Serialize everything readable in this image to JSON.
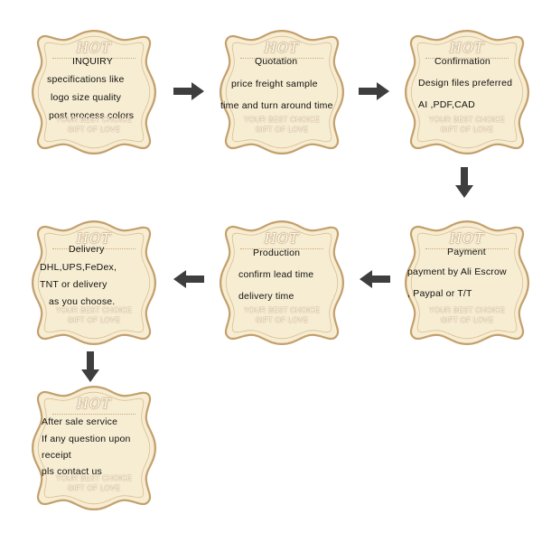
{
  "badge": {
    "hot_label": "HOT",
    "tagline_1": "YOUR BEST CHOICE",
    "tagline_2": "GIFT OF LOVE"
  },
  "colors": {
    "card_fill": "#f7edd2",
    "card_border": "#c4a06d",
    "arrow": "#3e3e3e"
  },
  "steps": [
    {
      "title": "INQUIRY",
      "lines": [
        "specifications like",
        "logo size quality",
        "post process colors"
      ]
    },
    {
      "title": "Quotation",
      "lines": [
        "price freight sample",
        "time and turn around time"
      ]
    },
    {
      "title": "Confirmation",
      "lines": [
        "Design files preferred",
        "AI ,PDF,CAD"
      ]
    },
    {
      "title": "Payment",
      "lines": [
        "payment by Ali Escrow",
        ",  Paypal or T/T"
      ]
    },
    {
      "title": "Production",
      "lines": [
        "confirm lead time",
        "delivery time"
      ]
    },
    {
      "title": "Delivery",
      "lines": [
        "DHL,UPS,FeDex,",
        "TNT or delivery",
        "as you choose."
      ]
    },
    {
      "title": "After sale service",
      "lines": [
        "If any question upon",
        "receipt",
        "pls contact us"
      ]
    }
  ]
}
